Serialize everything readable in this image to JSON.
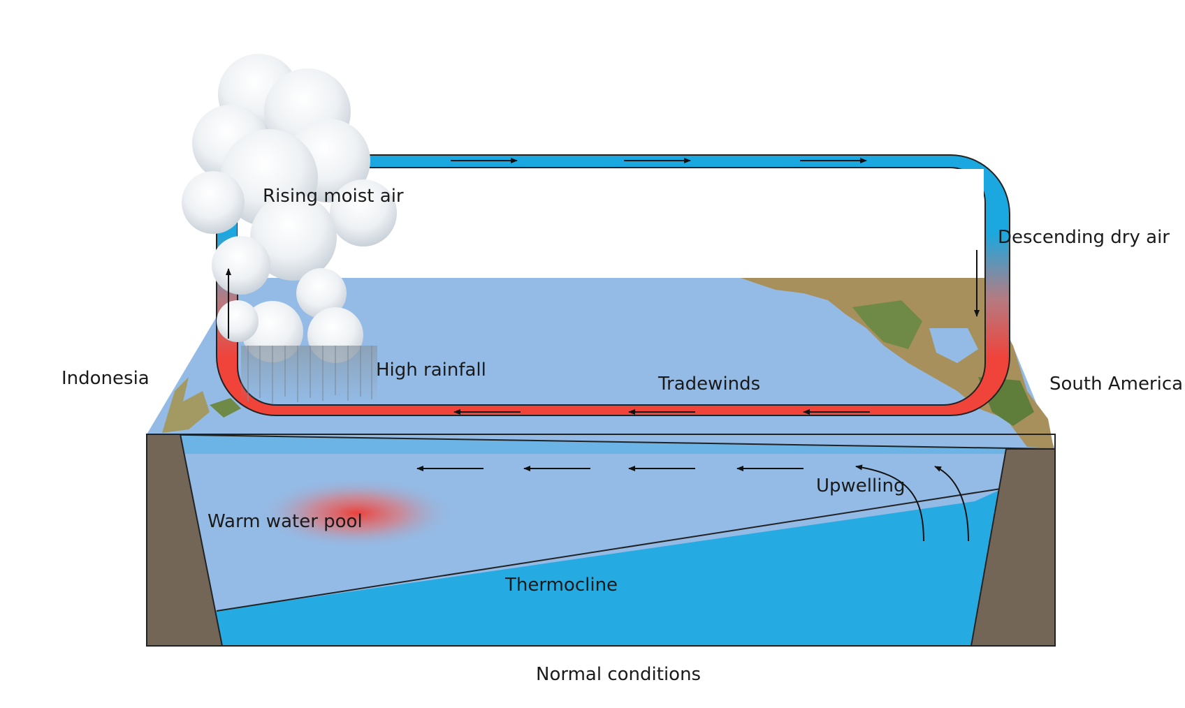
{
  "labels": {
    "rising_air": "Rising moist air",
    "descending_air": "Descending dry air",
    "high_rainfall": "High rainfall",
    "tradewinds": "Tradewinds",
    "indonesia": "Indonesia",
    "south_america": "South America",
    "upwelling": "Upwelling",
    "warm_pool": "Warm water pool",
    "thermocline": "Thermocline",
    "caption": "Normal conditions"
  },
  "colors": {
    "surface_water": "#93bbe6",
    "deep_water": "#26aae2",
    "land_wall": "#736657",
    "warm_air": "#f0433a",
    "cool_air": "#1ba8e0",
    "warm_pool": "#ee3b33"
  }
}
